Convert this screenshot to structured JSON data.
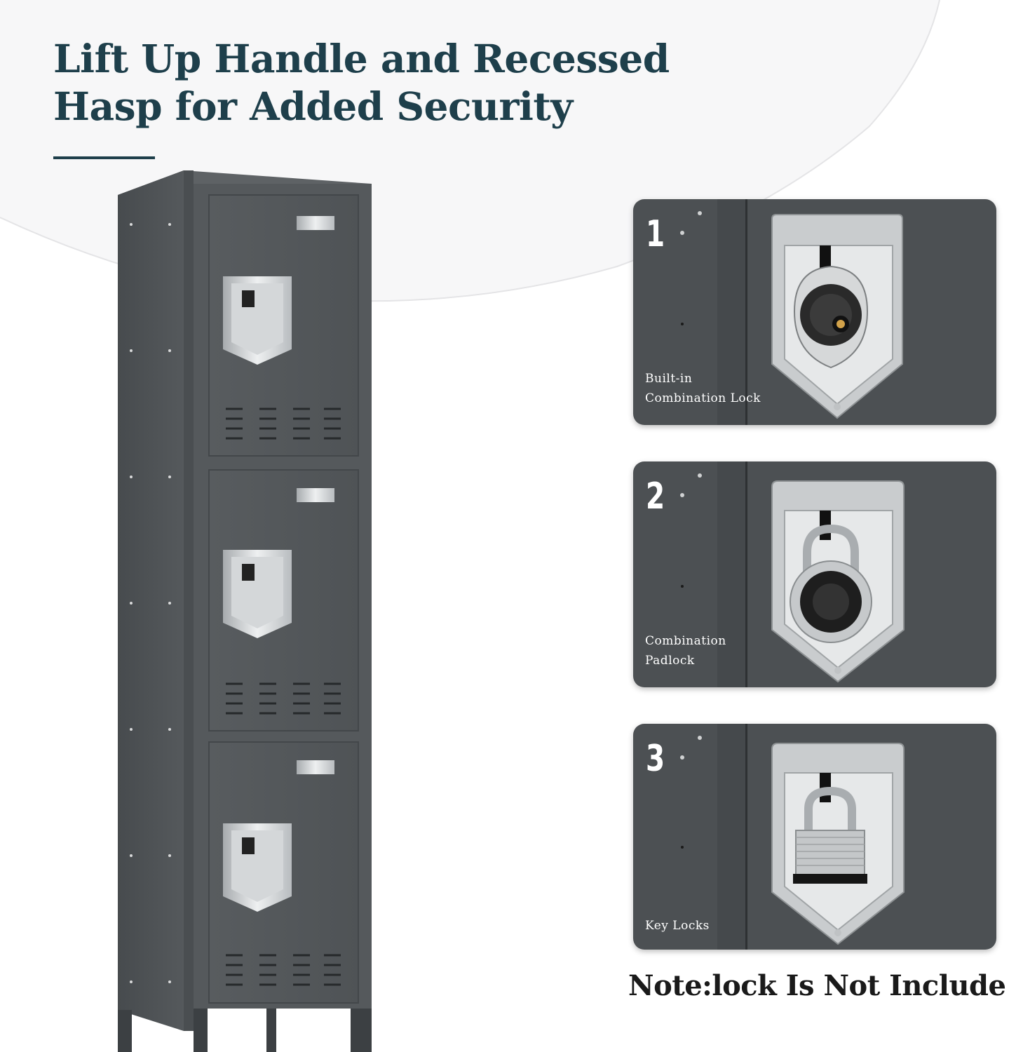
{
  "headline": {
    "line1": "Lift Up Handle and Recessed",
    "line2": "Hasp for Added Security"
  },
  "panels": [
    {
      "number": "1",
      "caption_line1": "Built-in",
      "caption_line2": "Combination Lock",
      "lock": "combination-dial-lock"
    },
    {
      "number": "2",
      "caption_line1": "Combination",
      "caption_line2": "Padlock",
      "lock": "combination-padlock"
    },
    {
      "number": "3",
      "caption_line1": "Key Locks",
      "caption_line2": "",
      "lock": "keyed-padlock"
    }
  ],
  "note": "Note:lock Is Not Include",
  "colors": {
    "headline": "#1e3f4b",
    "locker_body": "#505457",
    "panel_bg": "#4c5053",
    "note_text": "#1a1a1a"
  }
}
